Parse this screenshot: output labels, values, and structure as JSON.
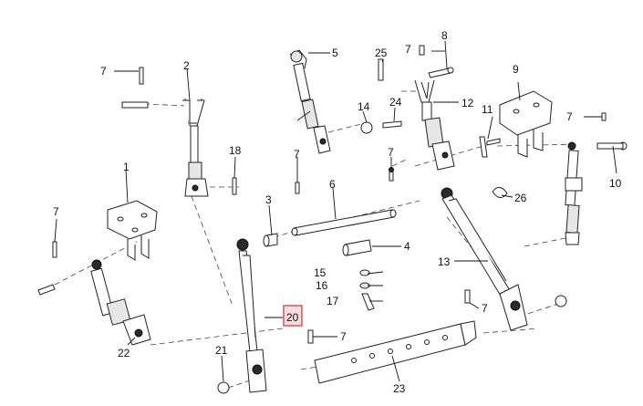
{
  "diagram": {
    "highlight_color": "#d94a4a",
    "callouts": {
      "c1": "1",
      "c2": "2",
      "c3": "3",
      "c4": "4",
      "c5": "5",
      "c6": "6",
      "c7a": "7",
      "c7b": "7",
      "c7c": "7",
      "c7d": "7",
      "c7e": "7",
      "c7f": "7",
      "c7g": "7",
      "c8": "8",
      "c9": "9",
      "c10": "10",
      "c11": "11",
      "c12": "12",
      "c13": "13",
      "c14": "14",
      "c15": "15",
      "c16": "16",
      "c17": "17",
      "c18": "18",
      "c20": "20",
      "c21": "21",
      "c22": "22",
      "c23": "23",
      "c24": "24",
      "c25": "25",
      "c26": "26"
    }
  }
}
